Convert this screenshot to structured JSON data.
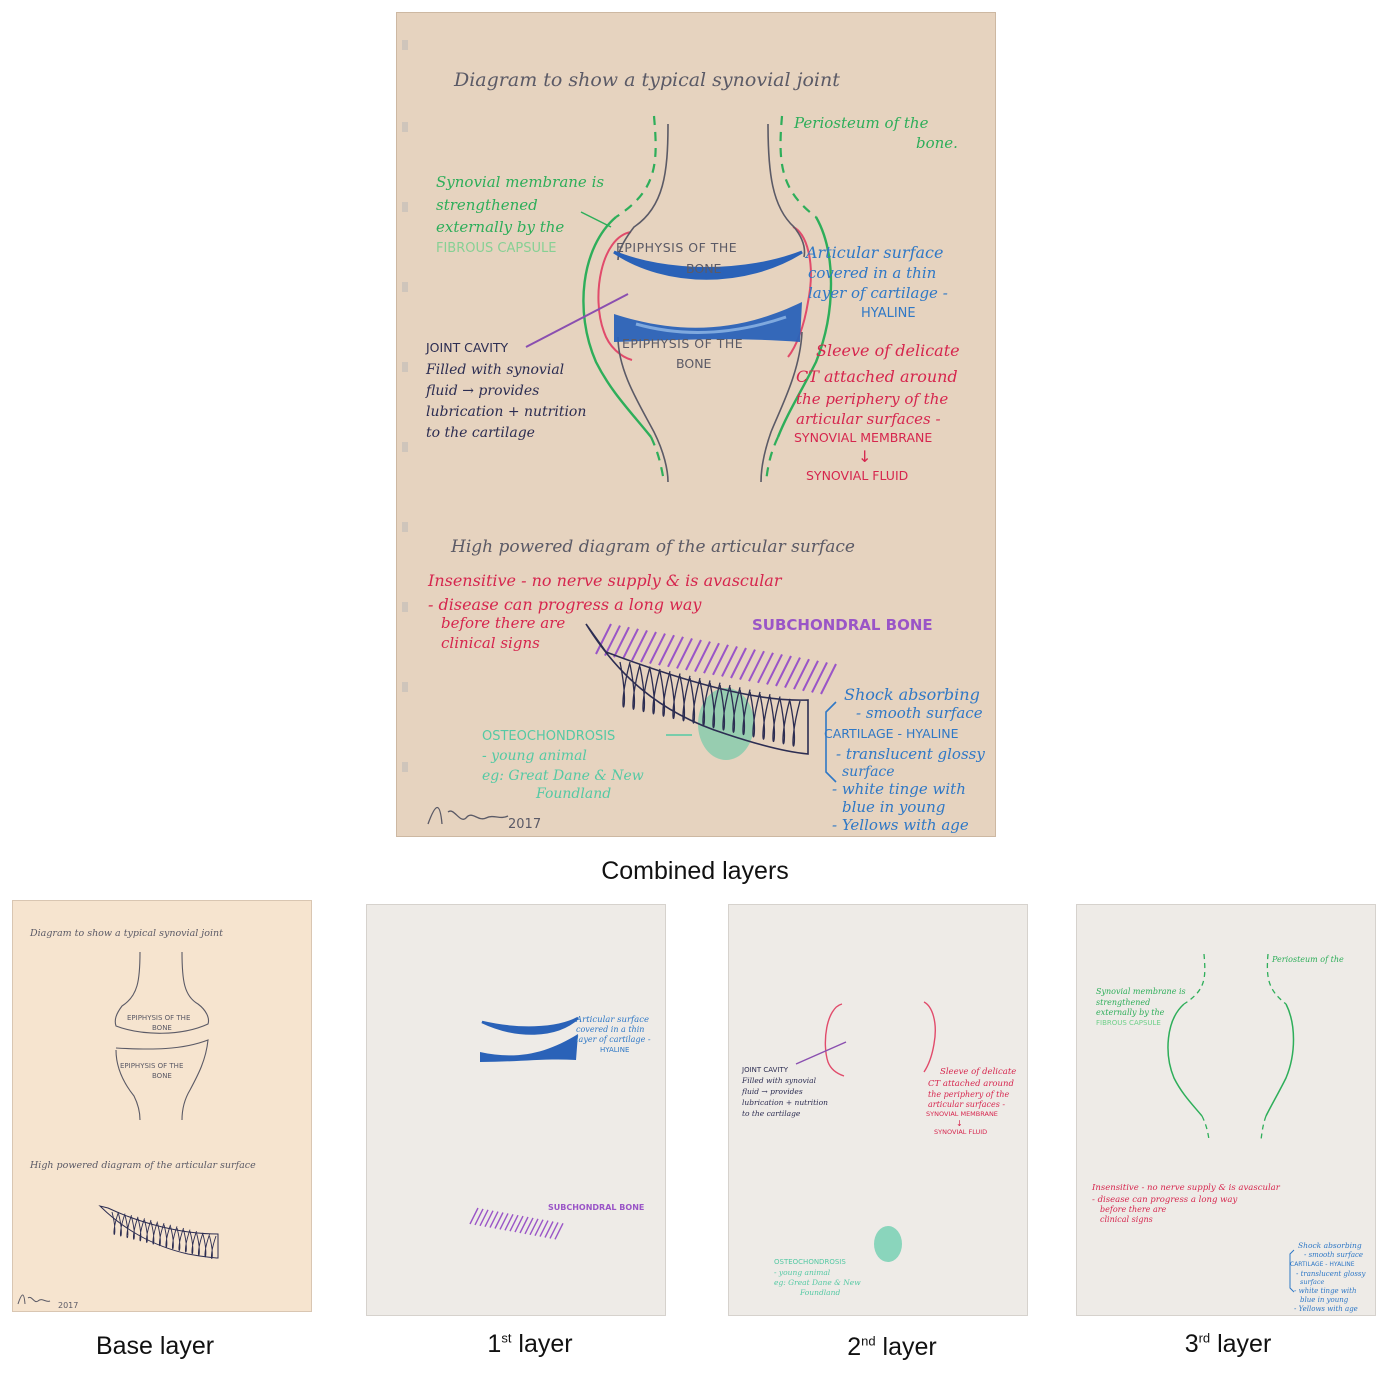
{
  "title": "Diagram to show a typical synovial joint",
  "bones": {
    "upper": [
      "EPIPHYSIS OF THE",
      "BONE"
    ],
    "lower": [
      "EPIPHYSIS OF THE",
      "BONE"
    ]
  },
  "labels": {
    "periosteum": [
      "Periosteum of the",
      "bone."
    ],
    "membrane": [
      "Synovial membrane is",
      "strengthened",
      "externally by the",
      "FIBROUS CAPSULE"
    ],
    "articular": [
      "Articular surface",
      "covered in a thin",
      "layer of cartilage -",
      "HYALINE"
    ],
    "cavity": [
      "JOINT CAVITY",
      "Filled with synovial",
      "fluid → provides",
      "lubrication + nutrition",
      "to the cartilage"
    ],
    "sleeve": [
      "Sleeve of delicate",
      "CT attached around",
      "the periphery of the",
      "articular surfaces -",
      "SYNOVIAL MEMBRANE"
    ],
    "fluid_arrow": "↓",
    "fluid": "SYNOVIAL FLUID"
  },
  "subtitle": "High powered diagram of the articular surface",
  "insensitive": [
    "Insensitive - no nerve supply & is avascular",
    "- disease can progress a long way",
    "before there are",
    "clinical signs"
  ],
  "subchondral": "SUBCHONDRAL BONE",
  "shock": [
    "Shock absorbing",
    "- smooth surface",
    "CARTILAGE - HYALINE",
    "- translucent glossy",
    "surface",
    "- white tinge with",
    "blue in young",
    "- Yellows with age"
  ],
  "osteo": [
    "OSTEOCHONDROSIS",
    "- young animal",
    "eg: Great Dane & New",
    "Foundland"
  ],
  "signature_year": "2017",
  "captions": {
    "combined": "Combined layers",
    "base": "Base layer",
    "layer1_num": "1",
    "layer1_sup": "st",
    "layer1_word": " layer",
    "layer2_num": "2",
    "layer2_sup": "nd",
    "layer2_word": " layer",
    "layer3_num": "3",
    "layer3_sup": "rd",
    "layer3_word": " layer"
  },
  "colors": {
    "pencil": "#5b5a66",
    "blue": "#2f78c6",
    "blue_fill": "#2a62b8",
    "red": "#d6264e",
    "pink": "#e14b6b",
    "green": "#2eae5a",
    "teal": "#55c9a4",
    "purple": "#9a55c7",
    "navy": "#2c2d52"
  }
}
